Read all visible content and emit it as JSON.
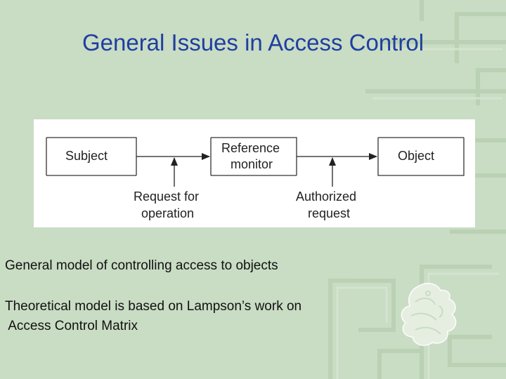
{
  "slide": {
    "title": "General Issues in Access Control",
    "background_color": "#c9dcc4",
    "title_color": "#1f3fa0"
  },
  "diagram": {
    "subject": "Subject",
    "reference_monitor_line1": "Reference",
    "reference_monitor_line2": "monitor",
    "object": "Object",
    "request_line1": "Request for",
    "request_line2": "operation",
    "authorized_line1": "Authorized",
    "authorized_line2": "request"
  },
  "body": {
    "line1": "General model of controlling access to objects",
    "line2": "Theoretical model is based on Lampson’s work on",
    "line3": " Access Control Matrix"
  },
  "decor": {
    "watermark": "dragon-emblem-icon"
  }
}
